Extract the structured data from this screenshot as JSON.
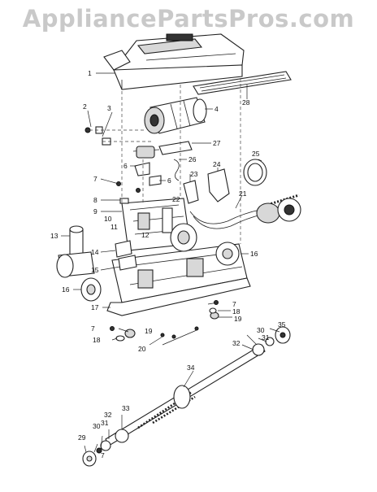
{
  "watermark": "AppliancePartsPros.com",
  "labels": {
    "p1": "1",
    "p2": "2",
    "p3": "3",
    "p4": "4",
    "p6a": "6",
    "p6b": "6",
    "p7a": "7",
    "p7b": "7",
    "p7c": "7",
    "p7d": "7",
    "p8": "8",
    "p9": "9",
    "p10": "10",
    "p11": "11",
    "p12": "12",
    "p13": "13",
    "p14": "14",
    "p15": "15",
    "p16a": "16",
    "p16b": "16",
    "p17": "17",
    "p18a": "18",
    "p18b": "18",
    "p19a": "19",
    "p19b": "19",
    "p20": "20",
    "p21": "21",
    "p22": "22",
    "p23": "23",
    "p24": "24",
    "p25": "25",
    "p26": "26",
    "p27": "27",
    "p28": "28",
    "p29": "29",
    "p30a": "30",
    "p30b": "30",
    "p31a": "31",
    "p31b": "31",
    "p32a": "32",
    "p32b": "32",
    "p33": "33",
    "p34": "34",
    "p35": "35"
  }
}
